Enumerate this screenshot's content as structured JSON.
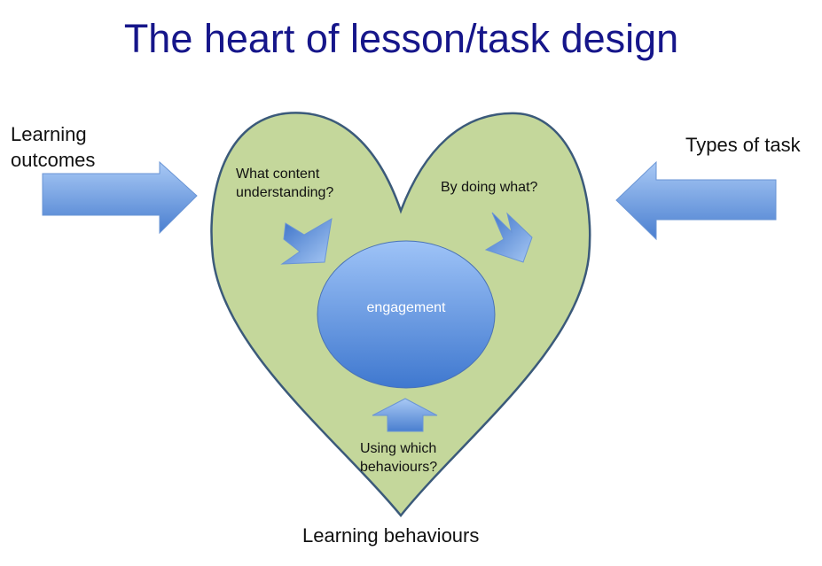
{
  "title": "The heart of lesson/task design",
  "inputs": {
    "left": "Learning\noutcomes",
    "right": "Types of task",
    "bottom": "Learning behaviours"
  },
  "questions": {
    "content": "What content\nunderstanding?",
    "doing": "By doing what?",
    "behaviours": "Using which\nbehaviours?"
  },
  "center": "engagement",
  "colors": {
    "title": "#16168a",
    "heart": "#c4d79b",
    "heart_border": "#3b5a7a",
    "arrow": "#5b8fd8"
  }
}
